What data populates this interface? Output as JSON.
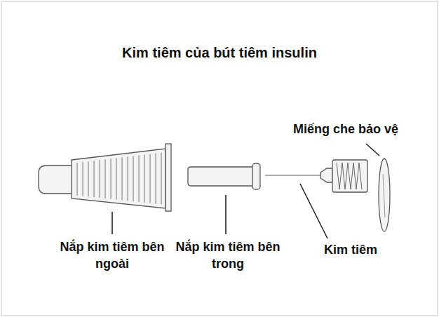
{
  "diagram": {
    "title": "Kim tiêm của bút tiêm insulin",
    "labels": [
      "Miếng che bảo vệ",
      "Nắp kim tiêm bên ngoài",
      "Nắp kim tiêm bên trong",
      "Kim tiêm"
    ]
  }
}
